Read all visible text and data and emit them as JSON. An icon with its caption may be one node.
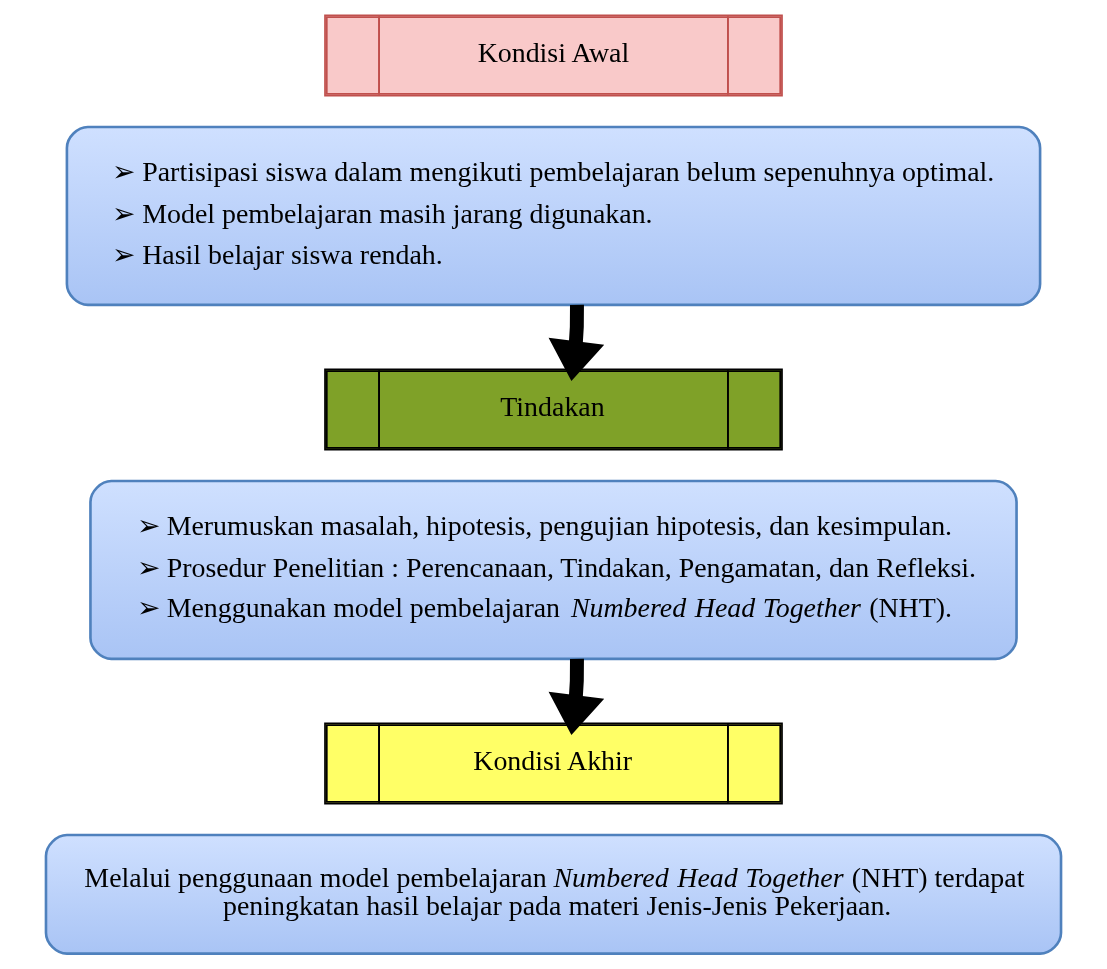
{
  "diagram": {
    "nodes": [
      {
        "text": [
          "Kondisi Awal"
        ]
      },
      {
        "text": [
          "➢ Partisipasi siswa dalam mengikuti pembelajaran belum sepenuhnya optimal.",
          "➢ Model pembelajaran masih jarang digunakan.",
          "➢ Hasil belajar siswa rendah."
        ]
      },
      {
        "text": [
          "Tindakan"
        ]
      },
      {
        "text": [
          "➢ Merumuskan masalah, hipotesis, pengujian hipotesis, dan kesimpulan.",
          "➢ Prosedur Penelitian : Perencanaan, Tindakan, Pengamatan, dan Refleksi.",
          "➢ Menggunakan model pembelajaran *Numbered Head Together* (NHT)."
        ]
      },
      {
        "text": [
          "Kondisi Akhir"
        ]
      },
      {
        "text": [
          "Melalui penggunaan model pembelajaran *Numbered Head Together* (NHT) terdapat peningkatan hasil belajar pada materi Jenis-Jenis Pekerjaan."
        ]
      }
    ],
    "edges": [
      {
        "from": 1,
        "to": 2,
        "arrow": "to"
      },
      {
        "from": 3,
        "to": 4,
        "arrow": "to"
      }
    ]
  }
}
